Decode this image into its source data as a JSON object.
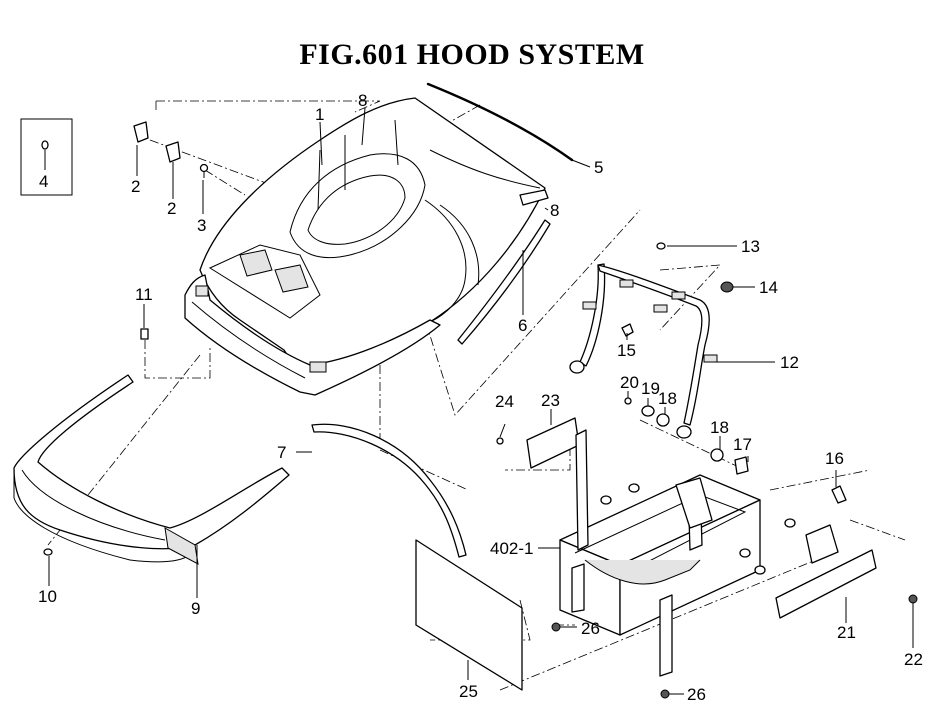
{
  "title": "FIG.601  HOOD SYSTEM",
  "callouts": {
    "c1": "1",
    "c2a": "2",
    "c2b": "2",
    "c3": "3",
    "c4": "4",
    "c5": "5",
    "c6": "6",
    "c7": "7",
    "c8a": "8",
    "c8b": "8",
    "c9": "9",
    "c10": "10",
    "c11": "11",
    "c12": "12",
    "c13": "13",
    "c14": "14",
    "c15": "15",
    "c16": "16",
    "c17": "17",
    "c18a": "18",
    "c18b": "18",
    "c19": "19",
    "c20": "20",
    "c21": "21",
    "c22": "22",
    "c23": "23",
    "c24": "24",
    "c25": "25",
    "c26a": "26",
    "c26b": "26",
    "c402": "402-1"
  }
}
